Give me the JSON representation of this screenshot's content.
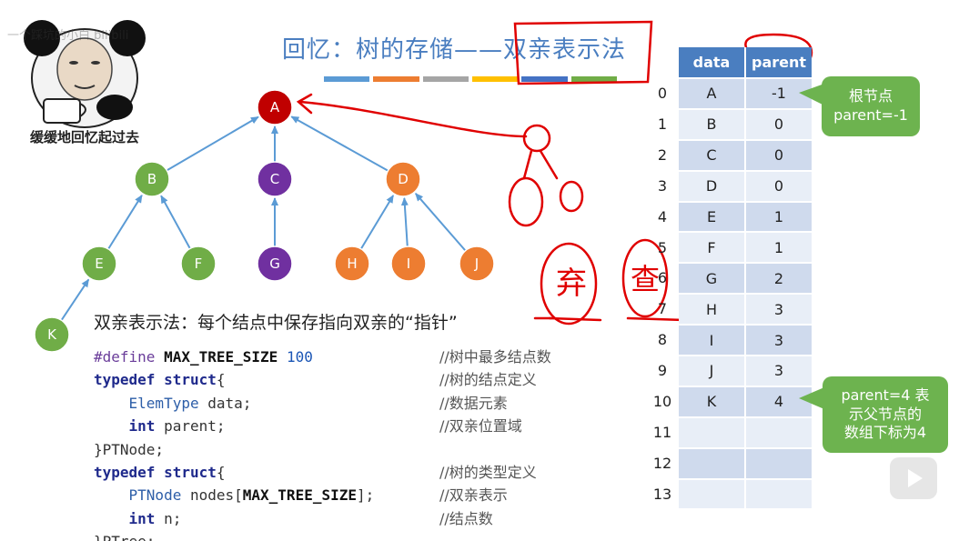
{
  "sticker": {
    "caption": "缓缓地回忆起过去"
  },
  "title": "回忆：树的存储——双亲表示法",
  "title_bar_colors": [
    "#5b9bd5",
    "#ed7d31",
    "#a5a5a5",
    "#ffc000",
    "#4472c4",
    "#70ad47"
  ],
  "tree": {
    "nodes": [
      {
        "id": "A",
        "color": "#c00000"
      },
      {
        "id": "B",
        "color": "#70ad47"
      },
      {
        "id": "C",
        "color": "#7030a0"
      },
      {
        "id": "D",
        "color": "#ed7d31"
      },
      {
        "id": "E",
        "color": "#70ad47"
      },
      {
        "id": "F",
        "color": "#70ad47"
      },
      {
        "id": "G",
        "color": "#7030a0"
      },
      {
        "id": "H",
        "color": "#ed7d31"
      },
      {
        "id": "I",
        "color": "#ed7d31"
      },
      {
        "id": "J",
        "color": "#ed7d31"
      },
      {
        "id": "K",
        "color": "#70ad47"
      }
    ],
    "edges": [
      [
        "B",
        "A"
      ],
      [
        "C",
        "A"
      ],
      [
        "D",
        "A"
      ],
      [
        "E",
        "B"
      ],
      [
        "F",
        "B"
      ],
      [
        "G",
        "C"
      ],
      [
        "H",
        "D"
      ],
      [
        "I",
        "D"
      ],
      [
        "J",
        "D"
      ],
      [
        "K",
        "E"
      ]
    ],
    "edge_color": "#5b9bd5"
  },
  "table": {
    "headers": [
      "data",
      "parent"
    ],
    "header_color": "#4a7ec0",
    "rows": [
      {
        "index": "0",
        "data": "A",
        "parent": "-1"
      },
      {
        "index": "1",
        "data": "B",
        "parent": "0"
      },
      {
        "index": "2",
        "data": "C",
        "parent": "0"
      },
      {
        "index": "3",
        "data": "D",
        "parent": "0"
      },
      {
        "index": "4",
        "data": "E",
        "parent": "1"
      },
      {
        "index": "5",
        "data": "F",
        "parent": "1"
      },
      {
        "index": "6",
        "data": "G",
        "parent": "2"
      },
      {
        "index": "7",
        "data": "H",
        "parent": "3"
      },
      {
        "index": "8",
        "data": "I",
        "parent": "3"
      },
      {
        "index": "9",
        "data": "J",
        "parent": "3"
      },
      {
        "index": "10",
        "data": "K",
        "parent": "4"
      },
      {
        "index": "11",
        "data": "",
        "parent": ""
      },
      {
        "index": "12",
        "data": "",
        "parent": ""
      },
      {
        "index": "13",
        "data": "",
        "parent": ""
      }
    ]
  },
  "callouts": {
    "root": {
      "line1": "根节点",
      "line2": "parent=-1"
    },
    "parent4": {
      "line1": "parent=4 表",
      "line2": "示父节点的",
      "line3": "数组下标为4"
    },
    "color": "#6db34f"
  },
  "description": "双亲表示法：每个结点中保存指向双亲的“指针”",
  "code": {
    "l1": {
      "define": "#define",
      "macro": "MAX_TREE_SIZE",
      "num": "100",
      "comment": "//树中最多结点数"
    },
    "l2": {
      "kw": "typedef",
      "kw2": "struct",
      "rest": "{",
      "comment": "//树的结点定义"
    },
    "l3": {
      "type": "ElemType",
      "rest": " data;",
      "comment": "//数据元素"
    },
    "l4": {
      "kw": "int",
      "rest": " parent;",
      "comment": "//双亲位置域"
    },
    "l5": {
      "rest": "}PTNode;"
    },
    "l6": {
      "kw": "typedef",
      "kw2": "struct",
      "rest": "{",
      "comment": "//树的类型定义"
    },
    "l7": {
      "type": "PTNode",
      "rest": " nodes[",
      "macro": "MAX_TREE_SIZE",
      "rest2": "];",
      "comment": "//双亲表示"
    },
    "l8": {
      "kw": "int",
      "rest": " n;",
      "comment": "//结点数"
    },
    "l9": {
      "rest": "}PTree;"
    }
  },
  "annotation_color": "#e00000",
  "handwriting_glyphs": [
    "弃",
    "查"
  ],
  "watermark": "一个踩坑的小白 bilibili"
}
